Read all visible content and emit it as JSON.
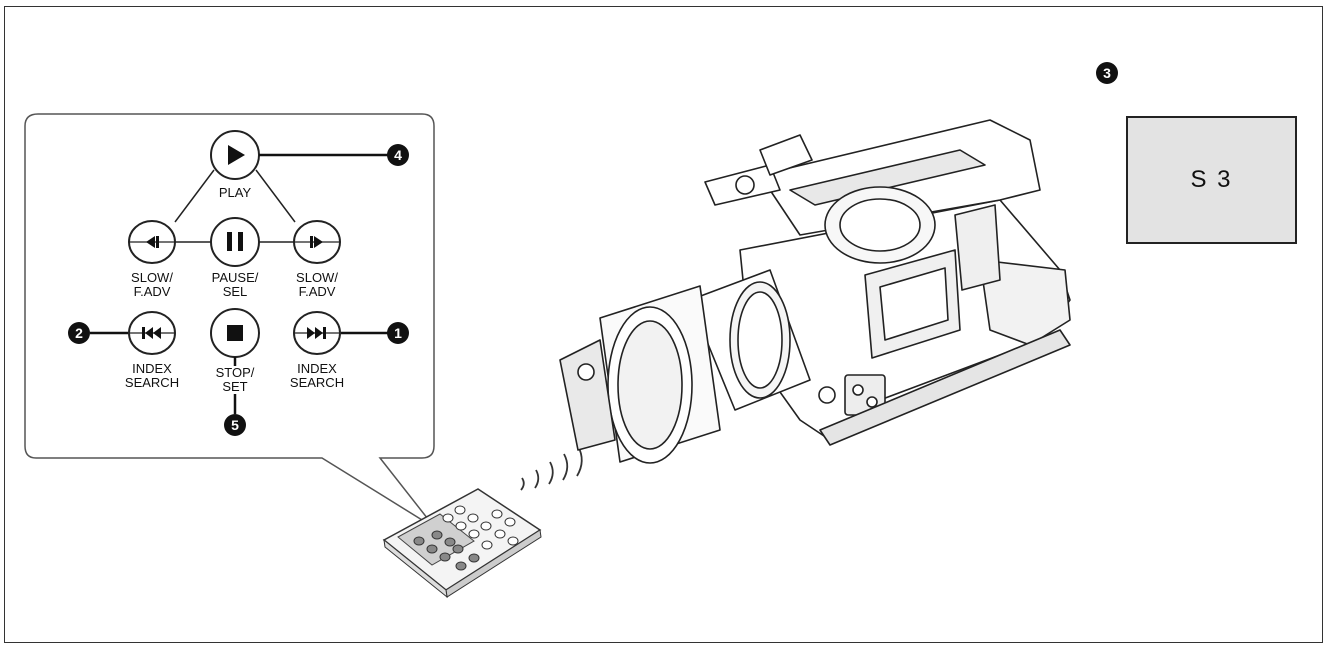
{
  "remote_panel": {
    "play_label": "PLAY",
    "slow_left_label": "SLOW/\nF.ADV",
    "pause_label": "PAUSE/\nSEL",
    "slow_right_label": "SLOW/\nF.ADV",
    "index_left_label": "INDEX\nSEARCH",
    "stop_label": "STOP/\nSET",
    "index_right_label": "INDEX\nSEARCH"
  },
  "callouts": {
    "n1": "1",
    "n2": "2",
    "n3": "3",
    "n4": "4",
    "n5": "5"
  },
  "display_box": {
    "text": "S 3"
  },
  "icons": [
    "play-icon",
    "pause-icon",
    "slow-reverse-icon",
    "slow-forward-icon",
    "skip-back-icon",
    "stop-icon",
    "skip-forward-icon",
    "camcorder-illustration",
    "remote-control-illustration",
    "ir-signal-icon"
  ]
}
